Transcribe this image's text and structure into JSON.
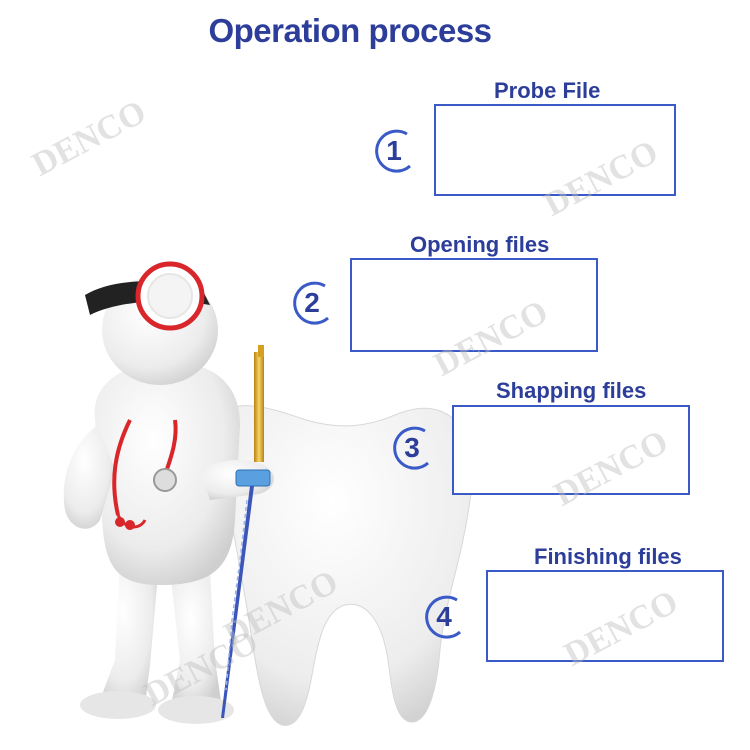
{
  "title": "Operation process",
  "watermark": "DENCO",
  "colors": {
    "accent": "#2c3e9a",
    "box_border": "#3a5bc7",
    "gold": "#d9a521",
    "probe_handle_pink": "#c251b8",
    "probe_handle_grey": "#cfc6c0",
    "shaping_stop_pink": "#d24fbf",
    "finishing_stop_red": "#e0342f",
    "file_blue": "#3b55b8"
  },
  "steps": [
    {
      "number": "1",
      "label": "Probe File"
    },
    {
      "number": "2",
      "label": "Opening files"
    },
    {
      "number": "3",
      "label": "Shapping files"
    },
    {
      "number": "4",
      "label": "Finishing files"
    }
  ]
}
